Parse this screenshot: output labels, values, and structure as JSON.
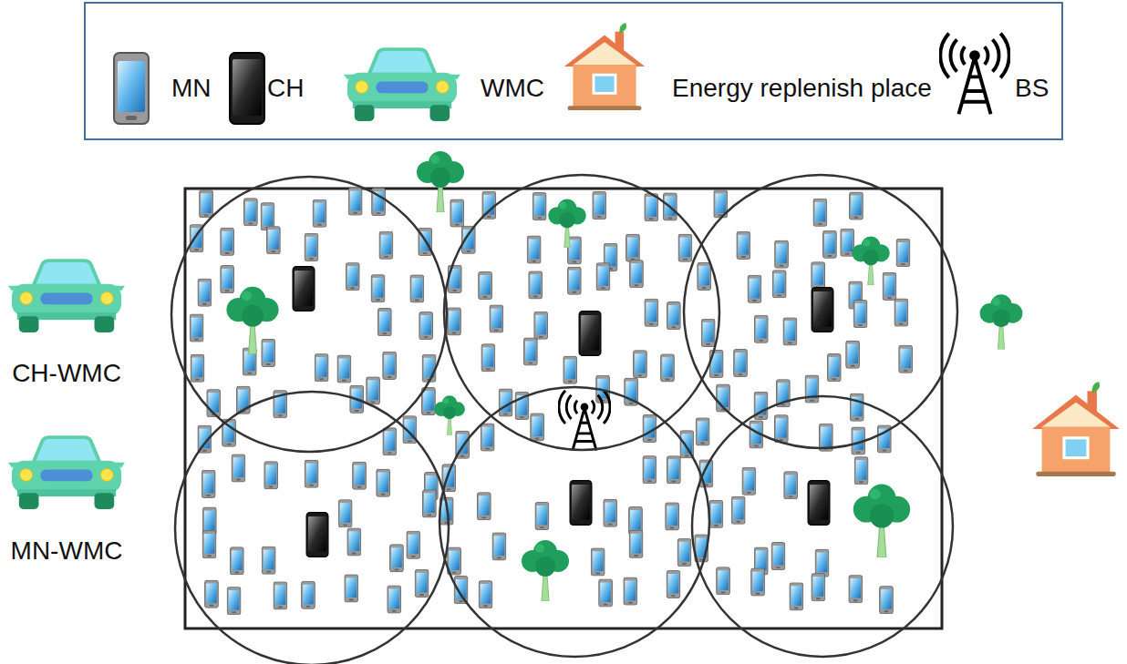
{
  "diagram": {
    "labels": [
      "CH-WMC",
      "MN-WMC"
    ],
    "legend": [
      {
        "text": "MN"
      },
      {
        "text": "CH"
      },
      {
        "text": "WMC"
      },
      {
        "text": "Energy replenish place"
      },
      {
        "text": "BS"
      }
    ]
  }
}
